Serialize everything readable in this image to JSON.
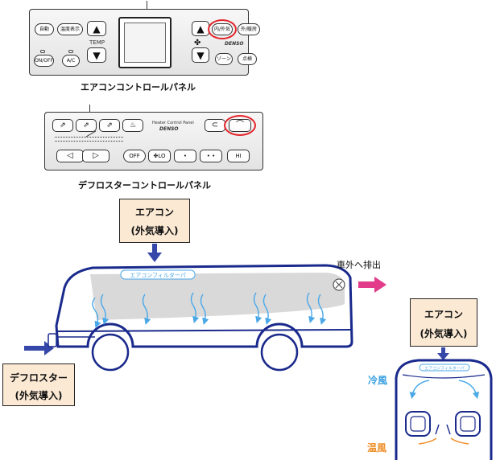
{
  "ac_panel": {
    "caption": "エアコンコントロールパネル",
    "auto": "自動",
    "temp_disp": "温度表示",
    "temp": "TEMP",
    "onoff": "ON/OFF",
    "ac": "A/C",
    "recirc": "内/外気",
    "defrost": "外/暖房",
    "brand": "DENSO",
    "zone": "ゾーン",
    "check": "点検"
  },
  "def_panel": {
    "caption": "デフロスターコントロールパネル",
    "title": "Heater Control Panel",
    "brand": "DENSO",
    "off": "OFF",
    "lo": "LO",
    "dot1": "•",
    "dot2": "• •",
    "hi": "HI"
  },
  "ac_box_top": {
    "line1": "エアコン",
    "line2": "(外気導入)"
  },
  "ac_box_right": {
    "line1": "エアコン",
    "line2": "(外気導入)"
  },
  "defroster_box": {
    "line1": "デフロスター",
    "line2": "(外気導入)"
  },
  "exhaust_label": "車外へ排出",
  "filter_label": "エアコンフィルターパ",
  "filter_label_small": "エアコンフィルターパ",
  "cold_air": "冷風",
  "warm_air": "温風",
  "colors": {
    "bus_outline": "#1a2a8c",
    "airflow": "#4aa8e8",
    "exhaust_arrow": "#e23b8a",
    "inlet_arrow": "#3547a8",
    "highlight": "#e3242b",
    "box_fill": "#fbe9d4",
    "cold_text": "#3aa0e0",
    "warm_text": "#f0902a"
  },
  "icons": {
    "up": "▲",
    "down": "▼",
    "fan": "fan-icon",
    "left": "◁",
    "right": "▷"
  }
}
